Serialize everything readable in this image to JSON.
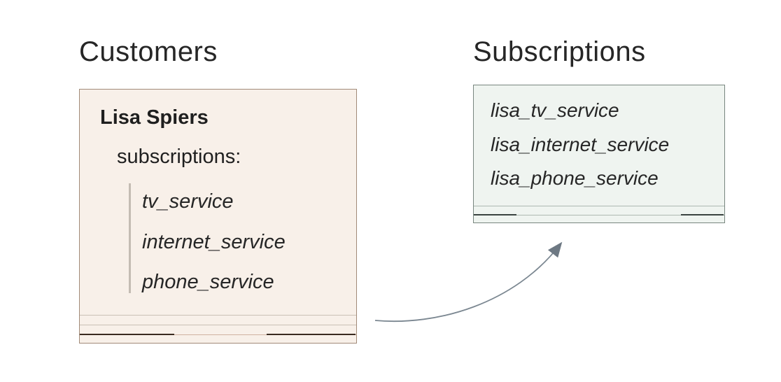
{
  "customers": {
    "heading": "Customers",
    "card": {
      "name": "Lisa Spiers",
      "field_label": "subscriptions:",
      "items": [
        "tv_service",
        "internet_service",
        "phone_service"
      ]
    }
  },
  "subscriptions": {
    "heading": "Subscriptions",
    "card": {
      "items": [
        "lisa_tv_service",
        "lisa_internet_service",
        "lisa_phone_service"
      ]
    }
  },
  "colors": {
    "customers_card_fill": "#f8f0e9",
    "customers_card_border": "#a18a78",
    "subscriptions_card_fill": "#eff4f0",
    "subscriptions_card_border": "#78867f",
    "arrow": "#7b8791",
    "heading_text": "#262626",
    "body_text": "#1f1f1f"
  }
}
